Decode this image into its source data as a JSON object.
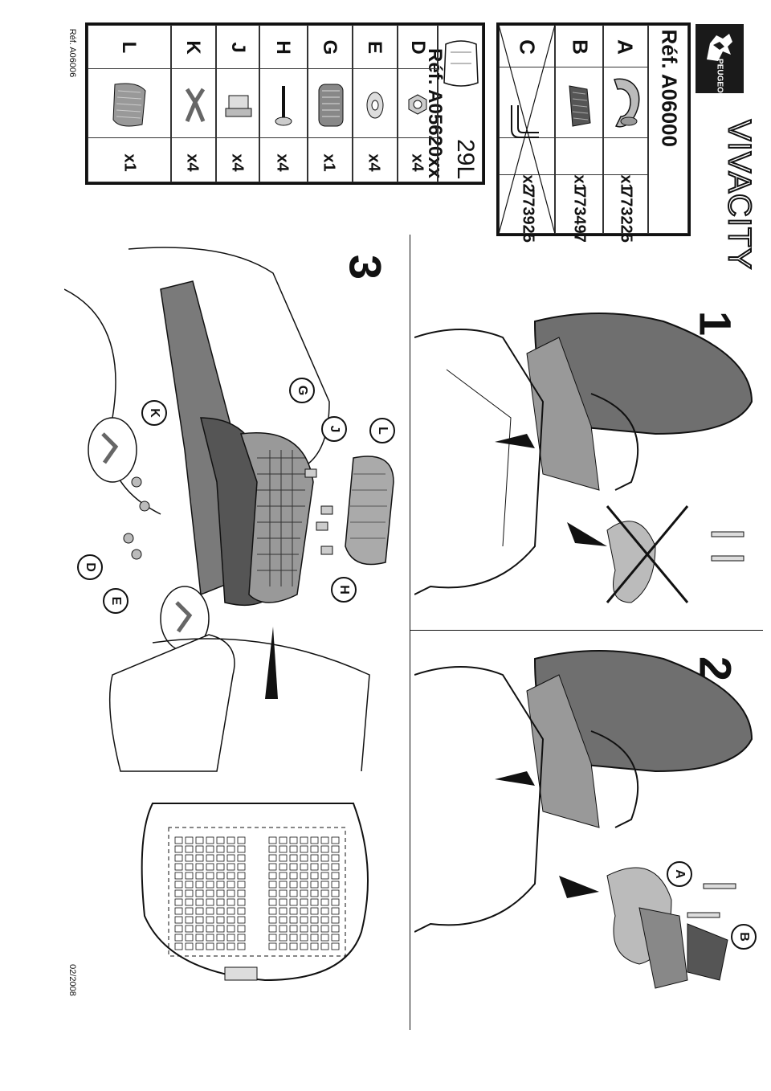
{
  "brand": {
    "name": "PEUGEOT",
    "model": "VIVACITY"
  },
  "kit_a06000": {
    "title": "Réf. A06000",
    "rows": [
      {
        "letter": "A",
        "qty": "x1",
        "code": "773225"
      },
      {
        "letter": "B",
        "qty": "x1",
        "code": "773497"
      },
      {
        "letter": "C",
        "qty": "x2",
        "code": "773925"
      }
    ]
  },
  "kit_a05620": {
    "capacity": "29L",
    "title": "Réf. A05620xx",
    "rows": [
      {
        "letter": "D",
        "qty": "x4"
      },
      {
        "letter": "E",
        "qty": "x4"
      },
      {
        "letter": "G",
        "qty": "x1"
      },
      {
        "letter": "H",
        "qty": "x4"
      },
      {
        "letter": "J",
        "qty": "x4"
      },
      {
        "letter": "K",
        "qty": "x4"
      },
      {
        "letter": "L",
        "qty": "x1"
      }
    ]
  },
  "steps": [
    "1",
    "2",
    "3"
  ],
  "callouts": {
    "step2": [
      "A",
      "B"
    ],
    "step3": [
      "G",
      "J",
      "L",
      "K",
      "H",
      "D",
      "E"
    ]
  },
  "footer": {
    "ref": "Réf. A06006",
    "date": "02/2008"
  },
  "colors": {
    "seat": "#6f6f6f",
    "line": "#111111",
    "part_gray": "#9a9a9a"
  }
}
